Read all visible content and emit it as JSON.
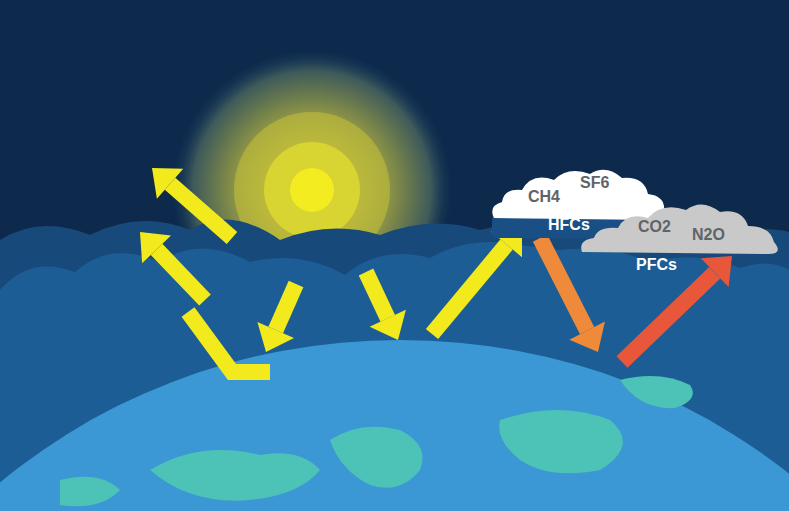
{
  "diagram": {
    "nodes": [
      {
        "text": [
          "CH4",
          "SF6",
          "HFCs"
        ]
      },
      {
        "text": [
          "CO2",
          "N2O",
          "PFCs"
        ]
      }
    ]
  }
}
